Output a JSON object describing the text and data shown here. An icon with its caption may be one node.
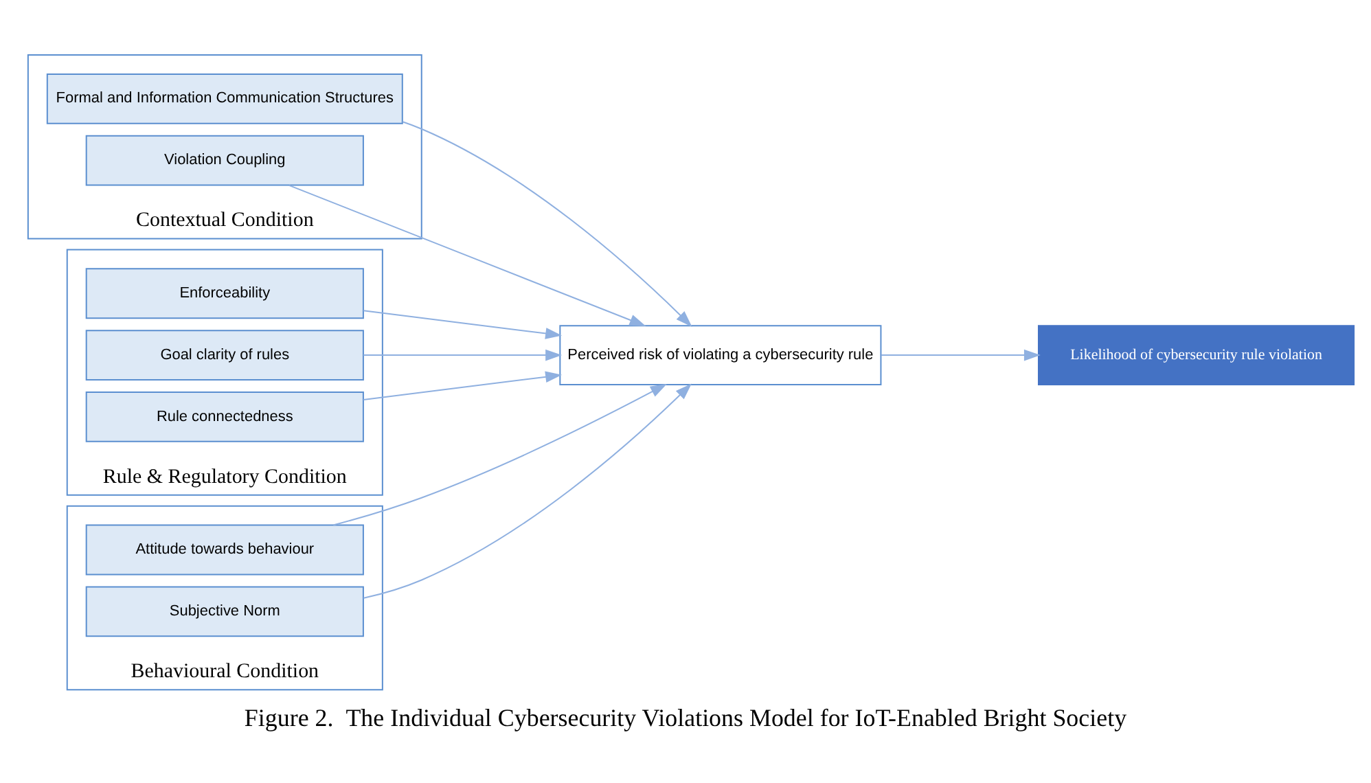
{
  "diagram": {
    "caption": "Figure 2.  The Individual Cybersecurity Violations Model for IoT-Enabled Bright Society",
    "nodes": [
      {
        "text": [
          "Contextual Condition"
        ]
      },
      {
        "text": [
          "Formal and Information Communication Structures"
        ],
        "in": 0
      },
      {
        "text": [
          "Violation Coupling"
        ],
        "in": 0
      },
      {
        "text": [
          "Rule & Regulatory Condition"
        ]
      },
      {
        "text": [
          "Enforceability"
        ],
        "in": 3
      },
      {
        "text": [
          "Goal clarity of rules"
        ],
        "in": 3
      },
      {
        "text": [
          "Rule connectedness"
        ],
        "in": 3
      },
      {
        "text": [
          "Behavioural Condition"
        ]
      },
      {
        "text": [
          "Attitude towards behaviour"
        ],
        "in": 7
      },
      {
        "text": [
          "Subjective Norm"
        ],
        "in": 7
      },
      {
        "text": [
          "Perceived risk of violating a cybersecurity rule"
        ]
      },
      {
        "text": [
          "Likelihood of cybersecurity rule violation"
        ]
      }
    ],
    "edges": [
      {
        "from": 1,
        "to": 10,
        "arrow": "to"
      },
      {
        "from": 2,
        "to": 10,
        "arrow": "to"
      },
      {
        "from": 4,
        "to": 10,
        "arrow": "to"
      },
      {
        "from": 5,
        "to": 10,
        "arrow": "to"
      },
      {
        "from": 6,
        "to": 10,
        "arrow": "to"
      },
      {
        "from": 8,
        "to": 10,
        "arrow": "to"
      },
      {
        "from": 9,
        "to": 10,
        "arrow": "to"
      },
      {
        "from": 10,
        "to": 11,
        "arrow": "to"
      }
    ]
  }
}
